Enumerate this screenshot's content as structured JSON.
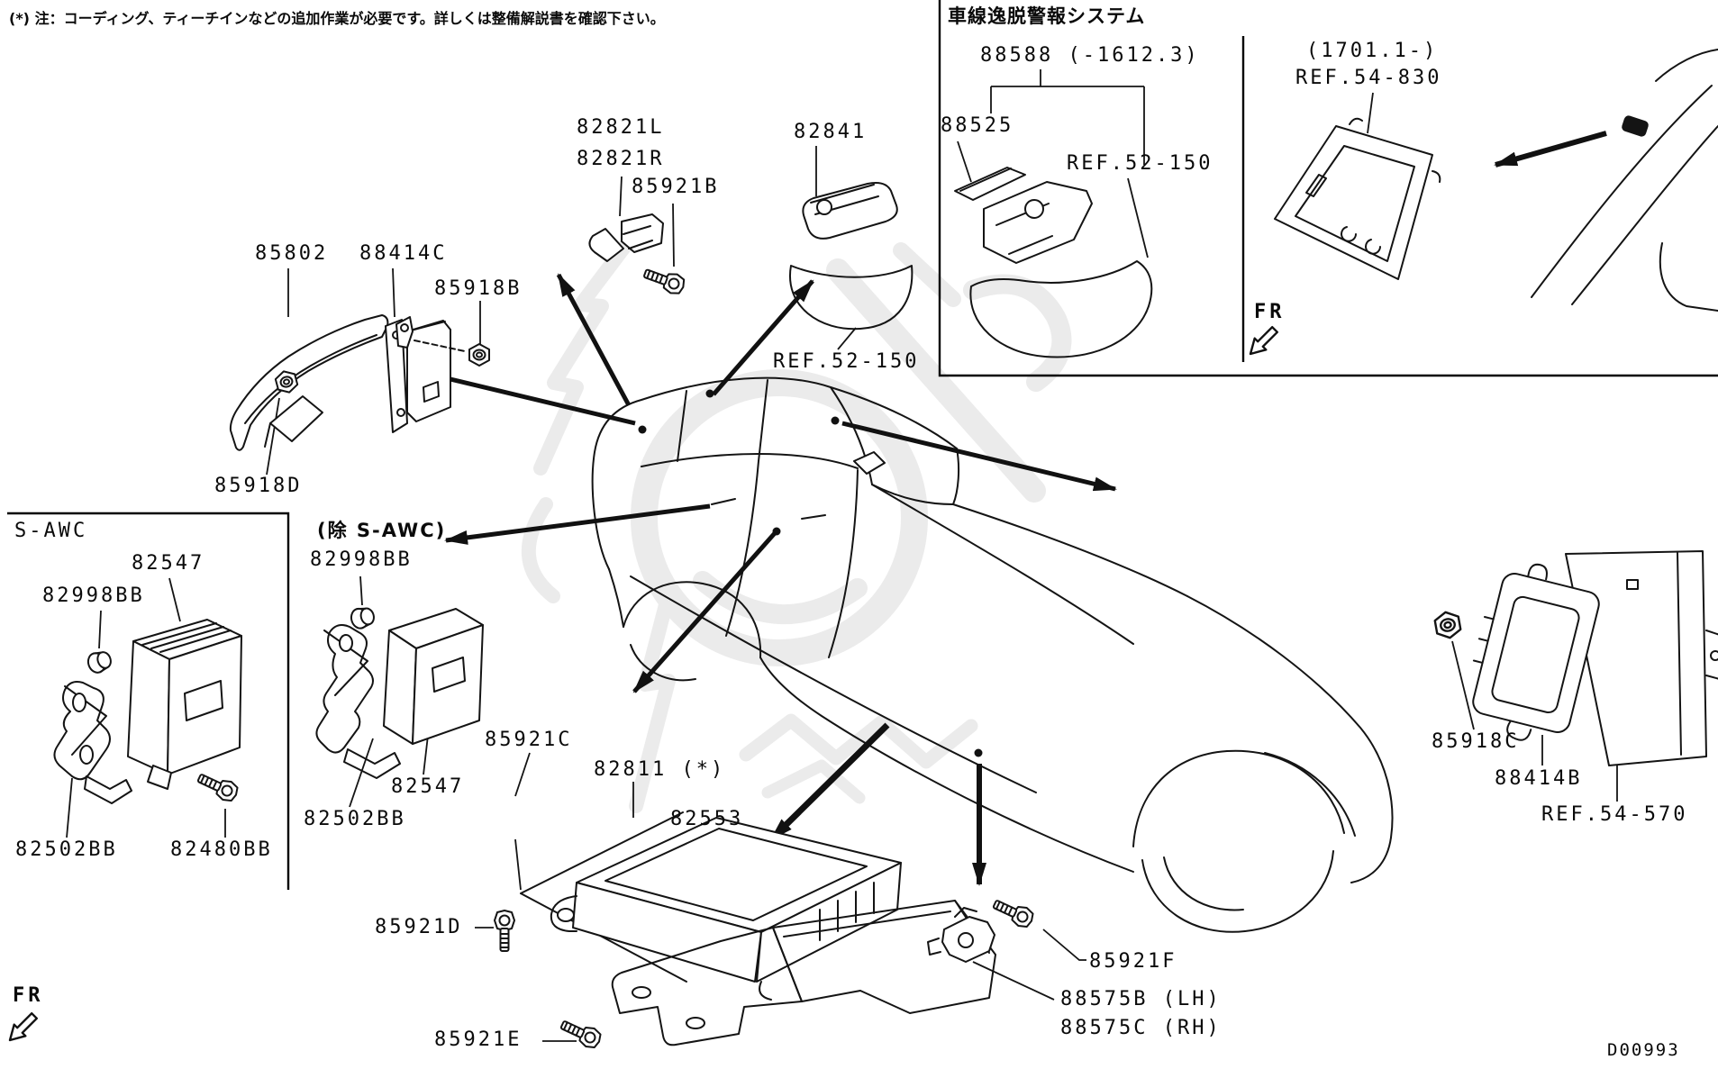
{
  "note": "(*) 注：コーディング、ティーチインなどの追加作業が必要です。詳しくは整備解説書を確認下さい。",
  "diagram_code": "D00993",
  "direction_indicator": "FR",
  "sections": {
    "lane_departure_box_title": "車線逸脱警報システム",
    "sawc_box_title": "S-AWC",
    "except_sawc_title": "(除 S-AWC)"
  },
  "labels": {
    "p85802": "85802",
    "p88414C": "88414C",
    "p85918B": "85918B",
    "p85918D": "85918D",
    "p82821L": "82821L",
    "p82821R": "82821R",
    "p85921B": "85921B",
    "p82841": "82841",
    "ref52_150_horn": "REF.52-150",
    "p88588": "88588 (-1612.3)",
    "p88525": "88525",
    "ref52_150_cam": "REF.52-150",
    "p1701": "(1701.1-)",
    "ref54_830": "REF.54-830",
    "p82547_sawc": "82547",
    "p82998BB_sawc": "82998BB",
    "p82502BB_sawc": "82502BB",
    "p82480BB": "82480BB",
    "p82998BB_ex": "82998BB",
    "p82547_ex": "82547",
    "p82502BB_ex": "82502BB",
    "p85921C": "85921C",
    "p82811": "82811 (*)",
    "p82553": "82553",
    "p85921D": "85921D",
    "p85921E": "85921E",
    "p85921F": "85921F",
    "p88575B": "88575B (LH)",
    "p88575C": "88575C (RH)",
    "p85918C": "85918C",
    "p88414B": "88414B",
    "ref54_570": "REF.54-570"
  }
}
